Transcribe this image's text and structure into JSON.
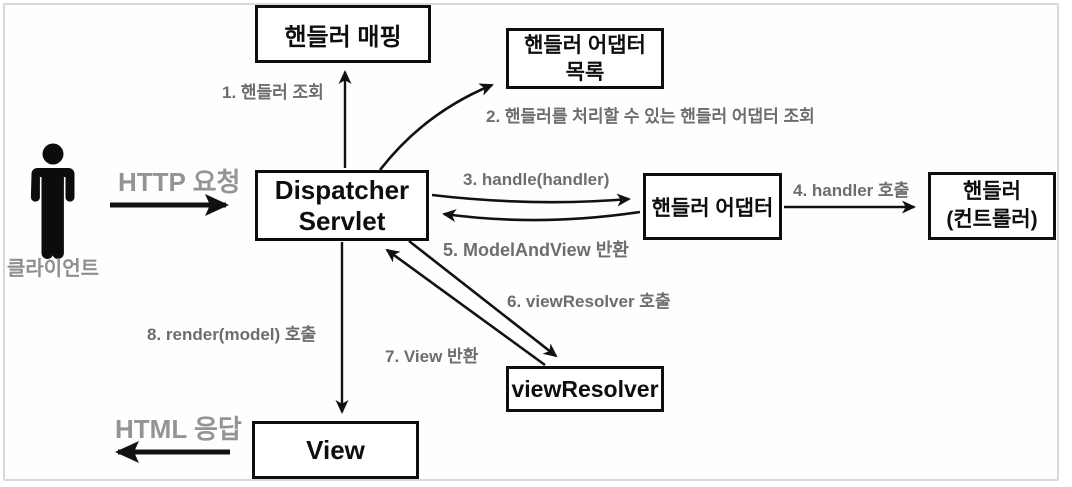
{
  "canvas": {
    "background": "#ffffff",
    "frame_border_color": "#d9d9d9"
  },
  "colors": {
    "node_border": "#0e0e0e",
    "node_text": "#0e0e0e",
    "arrow": "#111111",
    "step_label": "#6d6d6d",
    "io_label": "#949494"
  },
  "actor": {
    "icon": "person-icon",
    "label": "클라이언트"
  },
  "nodes": {
    "handler_mapping": {
      "label": "핸들러 매핑"
    },
    "handler_adapter_list": {
      "label": "핸들러 어댑터\n목록"
    },
    "dispatcher_servlet": {
      "label": "Dispatcher\nServlet"
    },
    "handler_adapter": {
      "label": "핸들러 어댑터"
    },
    "handler_controller": {
      "label": "핸들러\n(컨트롤러)"
    },
    "view_resolver": {
      "label": "viewResolver"
    },
    "view": {
      "label": "View"
    }
  },
  "flows": {
    "http_request": {
      "label": "HTTP 요청"
    },
    "html_response": {
      "label": "HTML 응답"
    },
    "step1": {
      "label": "1. 핸들러 조회"
    },
    "step2": {
      "label": "2. 핸들러를 처리할 수 있는 핸들러 어댑터 조회"
    },
    "step3": {
      "label": "3. handle(handler)"
    },
    "step4": {
      "label": "4. handler 호출"
    },
    "step5": {
      "label": "5. ModelAndView 반환"
    },
    "step6": {
      "label": "6. viewResolver 호출"
    },
    "step7": {
      "label": "7. View 반환"
    },
    "step8": {
      "label": "8. render(model) 호출"
    }
  }
}
